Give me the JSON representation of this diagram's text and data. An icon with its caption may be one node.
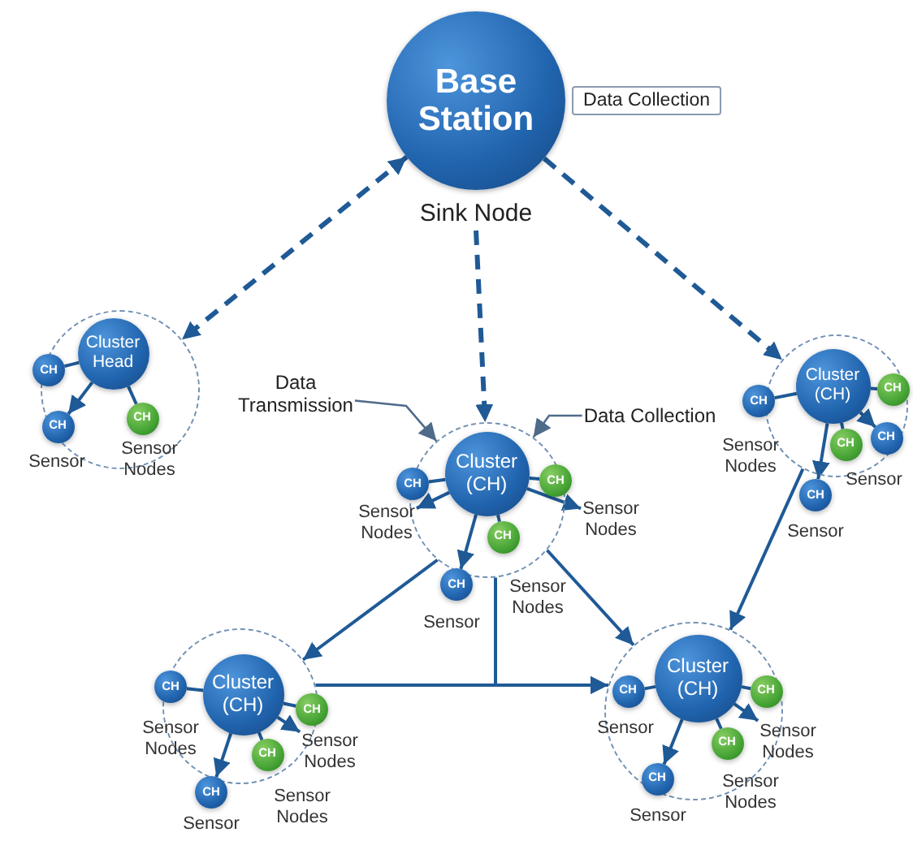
{
  "diagram": {
    "nodes": [
      {
        "text": [
          "Base Station"
        ],
        "beside": [
          "Sink Node"
        ]
      },
      {
        "text": [
          "Data Collection"
        ]
      },
      {
        "text": [
          "Data Transmission"
        ]
      },
      {
        "text": [
          "Data Collection"
        ]
      },
      {
        "text": [],
        "shape": "circle"
      },
      {
        "text": [
          "Cluster Head"
        ],
        "in": 4
      },
      {
        "text": [
          "CH"
        ]
      },
      {
        "text": [
          "CH"
        ],
        "in": 4,
        "beside": [
          "Sensor"
        ]
      },
      {
        "text": [
          "CH"
        ],
        "in": 4,
        "beside": [
          "Sensor Nodes"
        ]
      },
      {
        "text": [],
        "shape": "circle"
      },
      {
        "text": [
          "Cluster (CH)"
        ],
        "in": 9
      },
      {
        "text": [
          "CH"
        ]
      },
      {
        "text": [
          "CH"
        ]
      },
      {
        "text": [
          "CH"
        ],
        "in": 9,
        "beside": [
          "Sensor Nodes"
        ]
      },
      {
        "text": [
          "CH"
        ],
        "beside": [
          "Sensor"
        ]
      },
      {
        "text": [],
        "shape": "circle"
      },
      {
        "text": [
          "Cluster (CH)"
        ],
        "in": 15
      },
      {
        "text": [
          "CH"
        ],
        "beside": [
          "Sensor Nodes"
        ]
      },
      {
        "text": [
          "CH"
        ],
        "in": 15
      },
      {
        "text": [
          "CH"
        ],
        "in": 15,
        "beside": [
          "Sensor"
        ]
      },
      {
        "text": [
          "CH"
        ],
        "in": 15
      },
      {
        "text": [
          "CH"
        ],
        "beside": [
          "Sensor"
        ]
      },
      {
        "text": [],
        "shape": "circle"
      },
      {
        "text": [
          "Cluster (CH)"
        ],
        "in": 22
      },
      {
        "text": [
          "CH"
        ]
      },
      {
        "text": [
          "CH"
        ]
      },
      {
        "text": [
          "CH"
        ],
        "in": 22,
        "beside": [
          "Sensor Nodes"
        ]
      },
      {
        "text": [
          "CH"
        ],
        "beside": [
          "Sensor"
        ]
      },
      {
        "text": [],
        "shape": "circle"
      },
      {
        "text": [
          "Cluster (CH)"
        ],
        "in": 28
      },
      {
        "text": [
          "CH"
        ],
        "in": 28
      },
      {
        "text": [
          "CH"
        ],
        "in": 28
      },
      {
        "text": [
          "CH"
        ],
        "in": 28,
        "beside": [
          "Sensor Nodes"
        ]
      },
      {
        "text": [
          "CH"
        ],
        "in": 28,
        "beside": [
          "Sensor"
        ]
      },
      {
        "text": [
          "Sensor Nodes"
        ]
      },
      {
        "text": [
          "Sensor Nodes"
        ]
      },
      {
        "text": [
          "Sensor Nodes"
        ]
      },
      {
        "text": [
          "Sensor Nodes"
        ]
      }
    ],
    "edges": [
      {
        "from": 0,
        "to": 4,
        "arrow": "both",
        "style": "dashed"
      },
      {
        "from": 0,
        "to": 9,
        "arrow": "to",
        "style": "dashed"
      },
      {
        "from": 0,
        "to": 15,
        "arrow": "to",
        "style": "dashed"
      },
      {
        "from": 2,
        "to": 9,
        "arrow": "to",
        "color": "#4f6b8a"
      },
      {
        "from": 3,
        "to": 9,
        "arrow": "to",
        "color": "#4f6b8a"
      },
      {
        "from": 5,
        "to": 6,
        "arrow": "none"
      },
      {
        "from": 5,
        "to": 7,
        "arrow": "to"
      },
      {
        "from": 5,
        "to": 8,
        "arrow": "none"
      },
      {
        "from": 10,
        "to": 11,
        "arrow": "none"
      },
      {
        "from": 10,
        "to": 12,
        "arrow": "none"
      },
      {
        "from": 10,
        "to": 13,
        "arrow": "none"
      },
      {
        "from": 10,
        "to": 14,
        "arrow": "to"
      },
      {
        "from": 10,
        "to": 34,
        "arrow": "to"
      },
      {
        "from": 10,
        "to": 35,
        "arrow": "to"
      },
      {
        "from": 16,
        "to": 17,
        "arrow": "none"
      },
      {
        "from": 16,
        "to": 18,
        "arrow": "none"
      },
      {
        "from": 16,
        "to": 19,
        "arrow": "to"
      },
      {
        "from": 16,
        "to": 20,
        "arrow": "none"
      },
      {
        "from": 16,
        "to": 21,
        "arrow": "to"
      },
      {
        "from": 23,
        "to": 24,
        "arrow": "none"
      },
      {
        "from": 23,
        "to": 25,
        "arrow": "none"
      },
      {
        "from": 23,
        "to": 26,
        "arrow": "none"
      },
      {
        "from": 23,
        "to": 27,
        "arrow": "to"
      },
      {
        "from": 23,
        "to": 36,
        "arrow": "to"
      },
      {
        "from": 29,
        "to": 30,
        "arrow": "none"
      },
      {
        "from": 29,
        "to": 31,
        "arrow": "none"
      },
      {
        "from": 29,
        "to": 32,
        "arrow": "none"
      },
      {
        "from": 29,
        "to": 33,
        "arrow": "to"
      },
      {
        "from": 29,
        "to": 37,
        "arrow": "to"
      },
      {
        "from": 9,
        "to": 22,
        "arrow": "to"
      },
      {
        "from": 9,
        "to": 28,
        "arrow": "to"
      },
      {
        "from": 15,
        "to": 28,
        "arrow": "to"
      },
      {
        "from": 22,
        "to": 28,
        "arrow": "to"
      },
      {
        "from": 9,
        "to": 28,
        "arrow": "to"
      }
    ],
    "labels": [
      "Sensor",
      "Sensor Nodes"
    ]
  }
}
